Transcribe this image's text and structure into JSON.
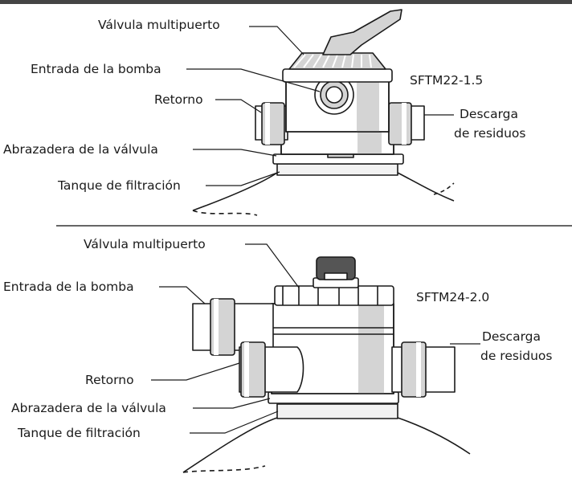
{
  "top": {
    "model": "SFTM22-1.5",
    "labels": {
      "valve": "Válvula multipuerto",
      "pump_inlet": "Entrada de la bomba",
      "return": "Retorno",
      "waste_line1": "Descarga",
      "waste_line2": "de residuos",
      "clamp": "Abrazadera de la válvula",
      "tank": "Tanque de filtración"
    }
  },
  "bottom": {
    "model": "SFTM24-2.0",
    "labels": {
      "valve": "Válvula multipuerto",
      "pump_inlet": "Entrada de la bomba",
      "return": "Retorno",
      "waste_line1": "Descarga",
      "waste_line2": "de residuos",
      "clamp": "Abrazadera de la válvula",
      "tank": "Tanque de filtración"
    }
  },
  "colors": {
    "stroke": "#1a1a1a",
    "shade": "#d4d4d4",
    "light": "#f2f2f2",
    "divider": "#333333"
  }
}
